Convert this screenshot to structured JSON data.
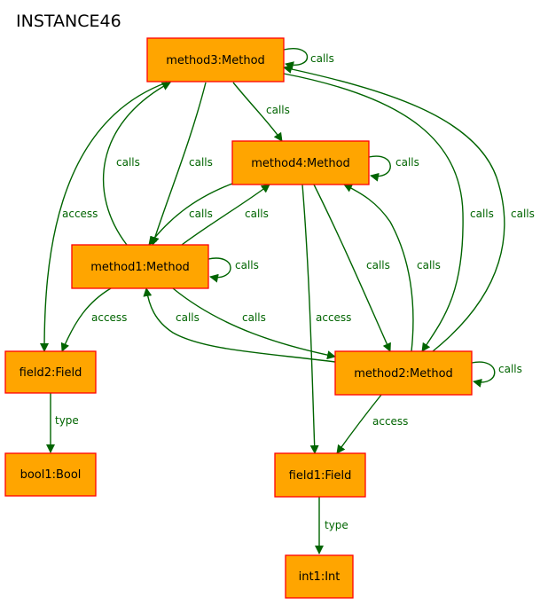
{
  "diagram": {
    "title": "INSTANCE46",
    "nodes": [
      {
        "id": "method3",
        "label": "method3:Method"
      },
      {
        "id": "method4",
        "label": "method4:Method"
      },
      {
        "id": "method1",
        "label": "method1:Method"
      },
      {
        "id": "method2",
        "label": "method2:Method"
      },
      {
        "id": "field2",
        "label": "field2:Field"
      },
      {
        "id": "field1",
        "label": "field1:Field"
      },
      {
        "id": "bool1",
        "label": "bool1:Bool"
      },
      {
        "id": "int1",
        "label": "int1:Int"
      }
    ],
    "edges": [
      {
        "from": "method3",
        "to": "method3",
        "label": "calls"
      },
      {
        "from": "method3",
        "to": "method4",
        "label": "calls"
      },
      {
        "from": "method3",
        "to": "method1",
        "label": "calls"
      },
      {
        "from": "method3",
        "to": "field2",
        "label": "access"
      },
      {
        "from": "method3",
        "to": "method2",
        "label": "calls"
      },
      {
        "from": "method4",
        "to": "method4",
        "label": "calls"
      },
      {
        "from": "method4",
        "to": "method1",
        "label": "calls"
      },
      {
        "from": "method4",
        "to": "method2",
        "label": "calls"
      },
      {
        "from": "method4",
        "to": "field1",
        "label": "access"
      },
      {
        "from": "method1",
        "to": "method3",
        "label": "calls"
      },
      {
        "from": "method1",
        "to": "method4",
        "label": "calls"
      },
      {
        "from": "method1",
        "to": "method1",
        "label": "calls"
      },
      {
        "from": "method1",
        "to": "field2",
        "label": "access"
      },
      {
        "from": "method1",
        "to": "method2",
        "label": "calls"
      },
      {
        "from": "method2",
        "to": "method2",
        "label": "calls"
      },
      {
        "from": "method2",
        "to": "method1",
        "label": "calls"
      },
      {
        "from": "method2",
        "to": "method4",
        "label": "calls"
      },
      {
        "from": "method2",
        "to": "method3",
        "label": "calls"
      },
      {
        "from": "method2",
        "to": "field1",
        "label": "access"
      },
      {
        "from": "field2",
        "to": "bool1",
        "label": "type"
      },
      {
        "from": "field1",
        "to": "int1",
        "label": "type"
      }
    ]
  }
}
